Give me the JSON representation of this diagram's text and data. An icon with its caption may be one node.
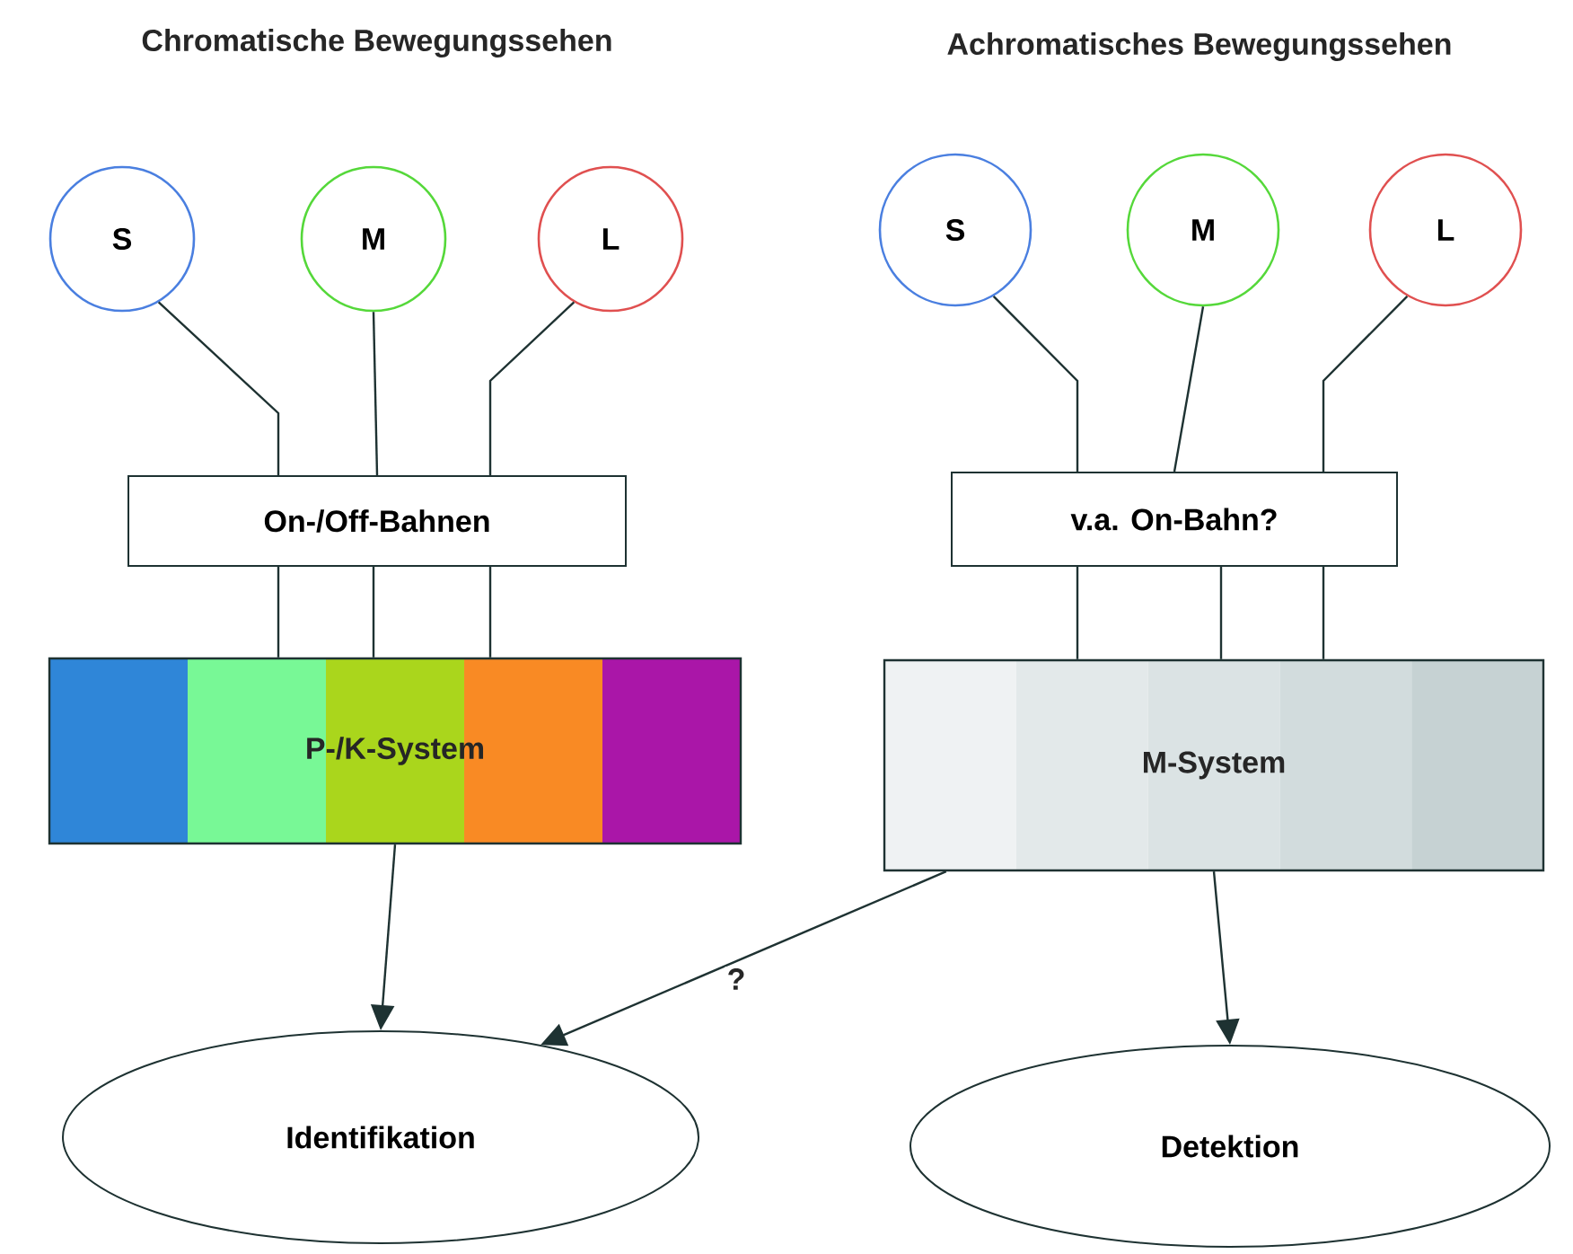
{
  "diagram": {
    "nodes": [
      {
        "text": [
          "S"
        ]
      },
      {
        "text": [
          "M"
        ]
      },
      {
        "text": [
          "L"
        ]
      },
      {
        "text": [
          "On-/Off-Bahnen"
        ]
      },
      {
        "text": [
          "P-/K-System"
        ]
      },
      {
        "text": [
          "Identifikation"
        ]
      },
      {
        "text": [
          "S"
        ]
      },
      {
        "text": [
          "M"
        ]
      },
      {
        "text": [
          "L"
        ]
      },
      {
        "text": [
          "v.a. On-Bahn?"
        ]
      },
      {
        "text": [
          "M-System"
        ]
      },
      {
        "text": [
          "Detektion"
        ]
      }
    ],
    "edges": [
      {
        "from": 0,
        "to": 3,
        "arrow": "none"
      },
      {
        "from": 1,
        "to": 3,
        "arrow": "none"
      },
      {
        "from": 2,
        "to": 3,
        "arrow": "none"
      },
      {
        "from": 3,
        "to": 4,
        "arrow": "none"
      },
      {
        "from": 3,
        "to": 4,
        "arrow": "none"
      },
      {
        "from": 3,
        "to": 4,
        "arrow": "none"
      },
      {
        "from": 4,
        "to": 5,
        "arrow": "to"
      },
      {
        "from": 6,
        "to": 9,
        "arrow": "none"
      },
      {
        "from": 7,
        "to": 9,
        "arrow": "none"
      },
      {
        "from": 8,
        "to": 9,
        "arrow": "none"
      },
      {
        "from": 9,
        "to": 10,
        "arrow": "none"
      },
      {
        "from": 9,
        "to": 10,
        "arrow": "none"
      },
      {
        "from": 9,
        "to": 10,
        "arrow": "none"
      },
      {
        "from": 10,
        "to": 11,
        "arrow": "to"
      },
      {
        "from": 10,
        "to": 5,
        "arrow": "to",
        "label": "?"
      }
    ],
    "labels": [
      "Chromatische Bewegungssehen",
      "Achromatisches Bewegungssehen"
    ]
  }
}
